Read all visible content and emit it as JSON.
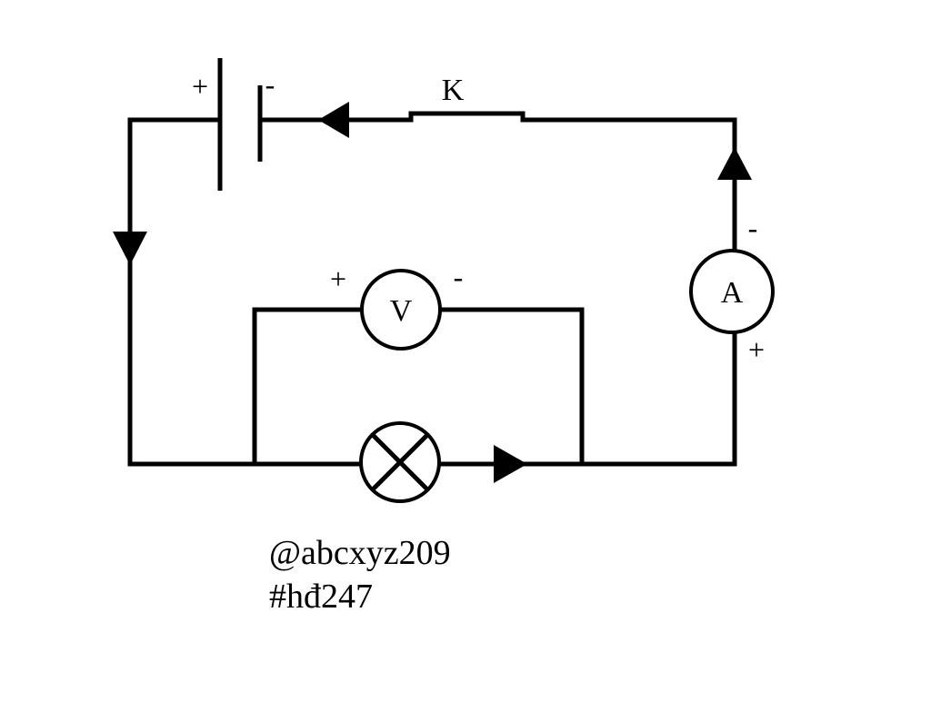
{
  "battery": {
    "plus": "+",
    "minus": "-"
  },
  "switch": {
    "label": "K"
  },
  "voltmeter": {
    "label": "V",
    "plus": "+",
    "minus": "-"
  },
  "ammeter": {
    "label": "A",
    "plus": "+",
    "minus": "-"
  },
  "watermark": {
    "line1": "@abcxyz209",
    "line2": "#hđ247"
  }
}
